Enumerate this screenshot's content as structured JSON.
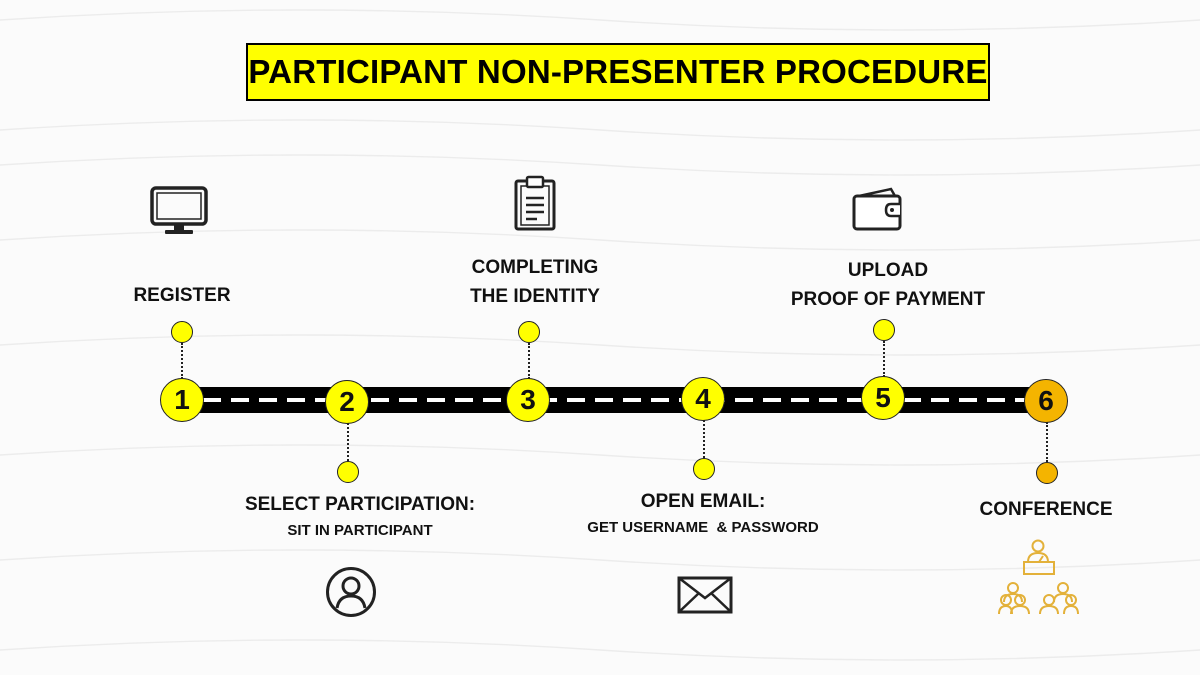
{
  "title": "PARTICIPANT NON-PRESENTER PROCEDURE",
  "colors": {
    "step": "#ffff00",
    "final_step": "#f4b400",
    "final_icon": "#e3b13a",
    "road": "#000000",
    "title_bg": "#ffff00"
  },
  "steps": [
    {
      "number": "1",
      "lines": [
        "REGISTER"
      ],
      "sub": "",
      "icon": "desktop-monitor-icon"
    },
    {
      "number": "2",
      "lines": [
        "SELECT PARTICIPATION:"
      ],
      "sub": "SIT IN PARTICIPANT",
      "icon": "user-icon"
    },
    {
      "number": "3",
      "lines": [
        "COMPLETING",
        "THE IDENTITY"
      ],
      "sub": "",
      "icon": "clipboard-icon"
    },
    {
      "number": "4",
      "lines": [
        "OPEN EMAIL:"
      ],
      "sub": "GET USERNAME  & PASSWORD",
      "icon": "envelope-icon"
    },
    {
      "number": "5",
      "lines": [
        "UPLOAD",
        "PROOF OF PAYMENT"
      ],
      "sub": "",
      "icon": "wallet-icon"
    },
    {
      "number": "6",
      "lines": [
        "CONFERENCE"
      ],
      "sub": "",
      "icon": "conference-audience-icon"
    }
  ]
}
